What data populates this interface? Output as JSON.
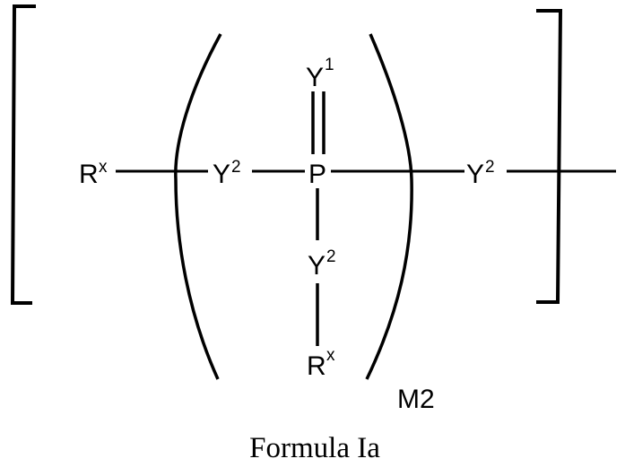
{
  "diagram": {
    "caption": "Formula Ia",
    "repeat_label": "M2",
    "center_atom": "P",
    "top_substituent": {
      "symbol": "Y",
      "superscript": "1",
      "bond": "double"
    },
    "left_terminal": {
      "symbol": "R",
      "superscript": "x"
    },
    "left_linker": {
      "symbol": "Y",
      "superscript": "2"
    },
    "right_linker": {
      "symbol": "Y",
      "superscript": "2"
    },
    "bottom_linker": {
      "symbol": "Y",
      "superscript": "2"
    },
    "bottom_terminal": {
      "symbol": "R",
      "superscript": "x"
    },
    "colors": {
      "ink": "#000000",
      "background": "#ffffff"
    }
  }
}
